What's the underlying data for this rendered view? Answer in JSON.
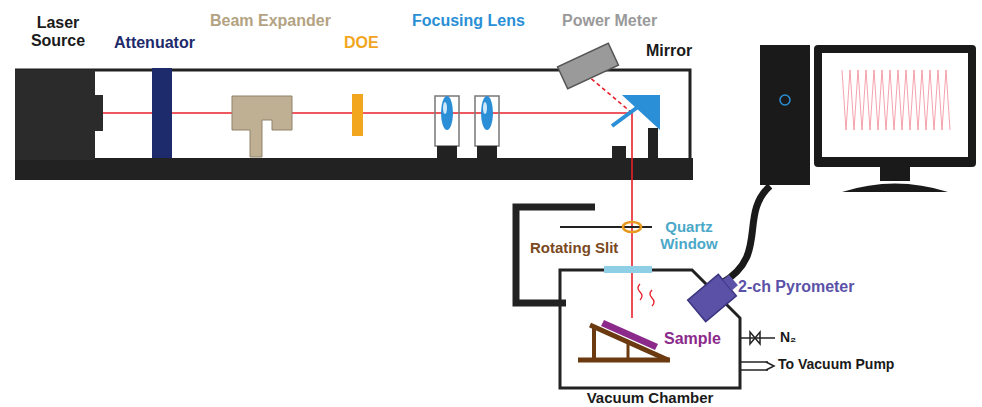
{
  "diagram": {
    "nodes": [
      {
        "text": [
          "Vacuum Chamber"
        ]
      }
    ],
    "labels": [
      "Laser Source",
      "Attenuator",
      "Beam Expander",
      "DOE",
      "Focusing Lens",
      "Power Meter",
      "Mirror",
      "Quartz Window",
      "Rotating Slit",
      "2-ch Pyrometer",
      "Sample",
      "N₂",
      "To Vacuum Pump"
    ]
  }
}
